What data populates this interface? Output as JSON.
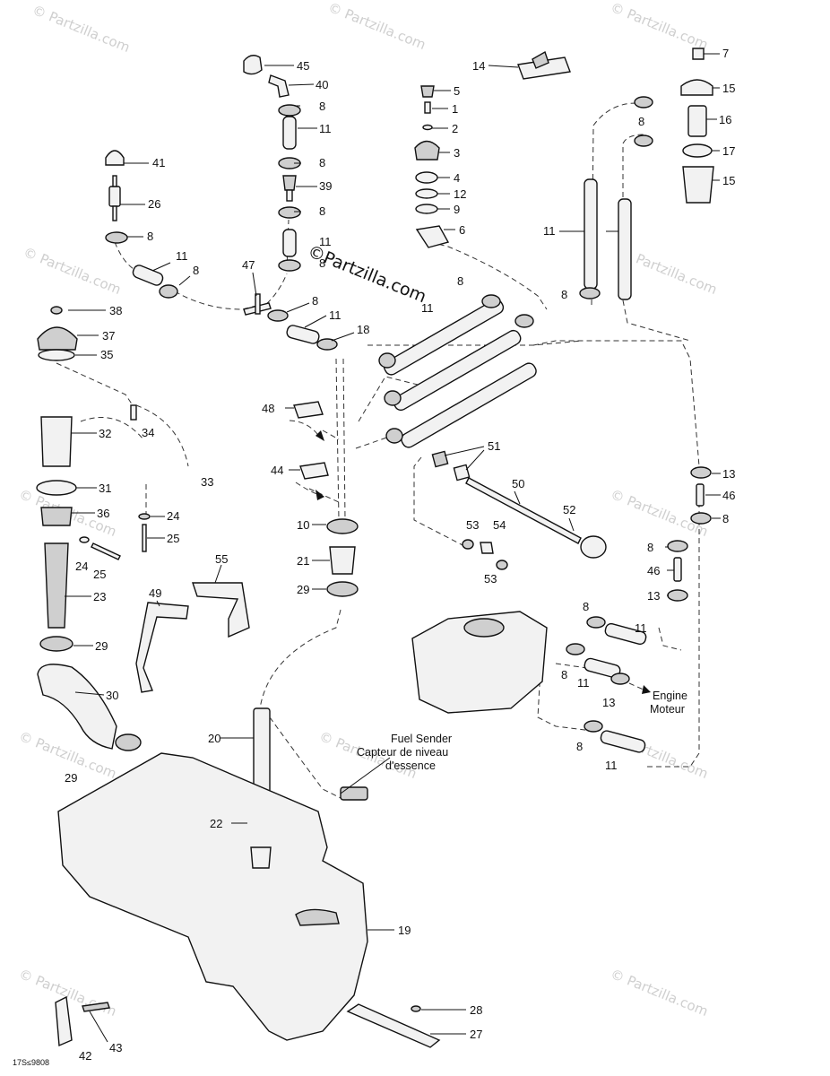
{
  "watermarks": [
    "© Partzilla.com",
    "© Partzilla.com",
    "© Partzilla.com",
    "© Partzilla.com",
    "© Partzilla.com",
    "© Partzilla.com",
    "© Partzilla.com",
    "© Partzilla.com",
    "© Partzilla.com",
    "© Partzilla.com",
    "© Partzilla.com",
    "© Partzilla.com"
  ],
  "center_watermark": "©Partzilla.com",
  "drawing_code": "17S≤9808",
  "annotations": {
    "fuel_sender_en": "Fuel Sender",
    "fuel_sender_fr_1": "Capteur de niveau",
    "fuel_sender_fr_2": "d'essence",
    "engine_en": "Engine",
    "engine_fr": "Moteur"
  },
  "callouts": [
    "45",
    "40",
    "8",
    "11",
    "8",
    "39",
    "8",
    "11",
    "8",
    "41",
    "26",
    "8",
    "11",
    "8",
    "47",
    "8",
    "11",
    "18",
    "14",
    "5",
    "1",
    "2",
    "3",
    "4",
    "12",
    "9",
    "6",
    "8",
    "11",
    "7",
    "15",
    "8",
    "16",
    "17",
    "15",
    "11",
    "8",
    "38",
    "37",
    "35",
    "32",
    "34",
    "33",
    "31",
    "24",
    "36",
    "25",
    "24",
    "25",
    "23",
    "29",
    "30",
    "29",
    "48",
    "44",
    "10",
    "21",
    "29",
    "55",
    "49",
    "51",
    "50",
    "52",
    "53",
    "54",
    "53",
    "13",
    "46",
    "8",
    "8",
    "46",
    "13",
    "8",
    "11",
    "8",
    "11",
    "13",
    "8",
    "11",
    "20",
    "22",
    "19",
    "28",
    "27",
    "42",
    "43"
  ]
}
